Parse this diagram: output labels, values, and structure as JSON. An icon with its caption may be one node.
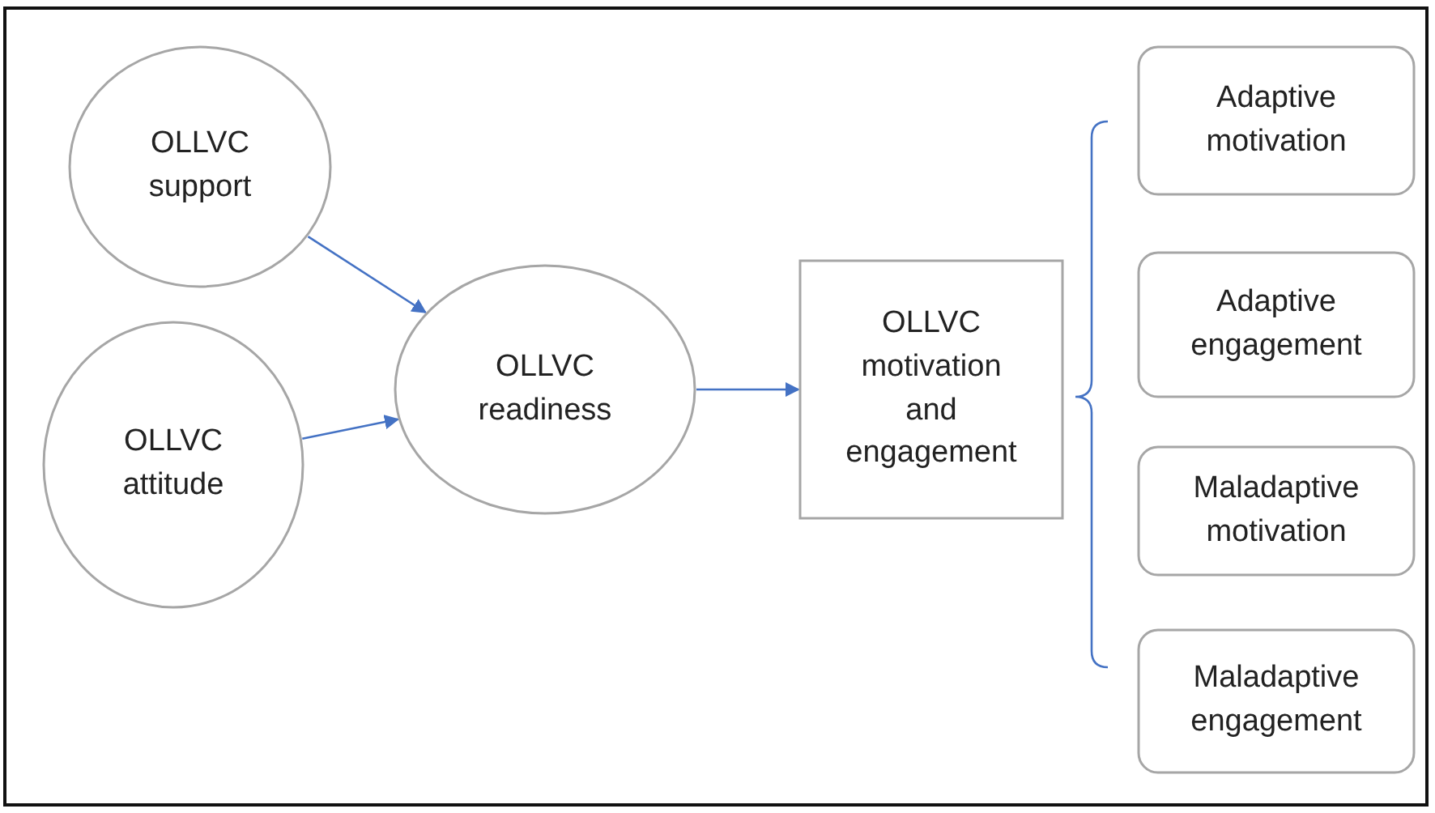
{
  "diagram": {
    "nodes": [
      {
        "text": [
          "OLLVC support"
        ]
      },
      {
        "text": [
          "OLLVC attitude"
        ]
      },
      {
        "text": [
          "OLLVC readiness"
        ]
      },
      {
        "text": [
          "OLLVC motivation and engagement"
        ]
      },
      {
        "text": [
          "Adaptive motivation"
        ]
      },
      {
        "text": [
          "Adaptive engagement"
        ]
      },
      {
        "text": [
          "Maladaptive motivation"
        ]
      },
      {
        "text": [
          "Maladaptive engagement"
        ]
      }
    ],
    "edges": [
      {
        "from": 0,
        "to": 2,
        "arrow": "to"
      },
      {
        "from": 1,
        "to": 2,
        "arrow": "to"
      },
      {
        "from": 2,
        "to": 3,
        "arrow": "to"
      }
    ]
  }
}
